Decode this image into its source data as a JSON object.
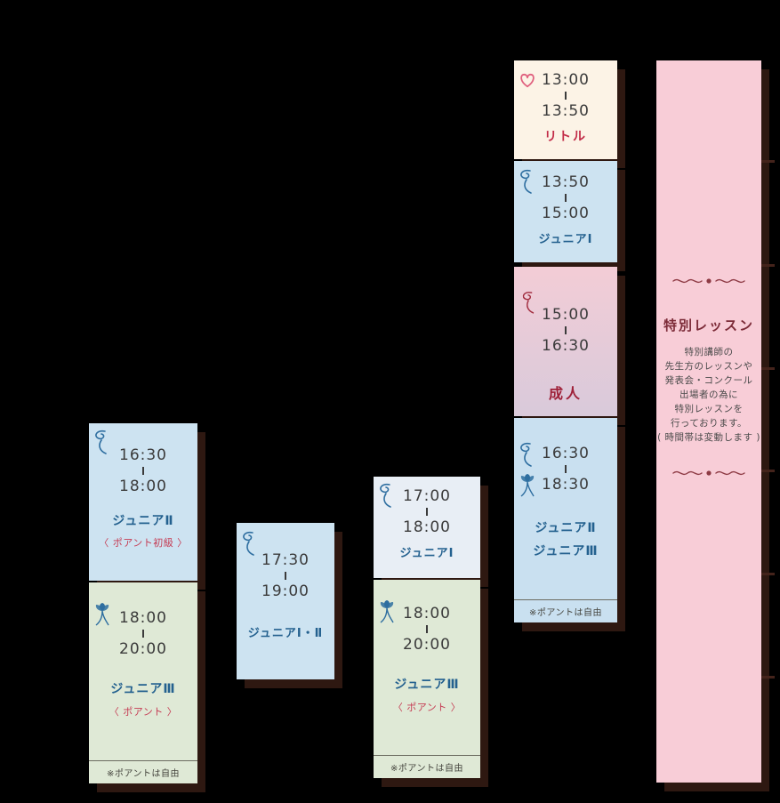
{
  "page": {
    "background": "#000000",
    "type": "ballet-lesson-weekly-schedule"
  },
  "colors": {
    "card_blue": "#cde3f1",
    "card_pale_blue": "#e8eef5",
    "card_green": "#dfe9d6",
    "card_cream": "#fcf3e6",
    "card_pink_gradient_top": "#f3ccd6",
    "card_pink": "#f8cdd7",
    "shadow": "#2e1811",
    "class_name_blue": "#24618f",
    "accent_red": "#c22c48",
    "dark_red": "#7c2b38",
    "time_text": "#3b3b3b"
  },
  "icons": {
    "swirl": "swirl-flourish-icon",
    "flower": "flower-icon",
    "heart": "heart-icon",
    "red_swirl": "red-swirl-icon",
    "flourish": "vine-flourish-divider"
  },
  "cards": {
    "c1a": {
      "start": "16:30",
      "end": "18:00",
      "name": "ジュニアⅡ",
      "sub": "〈 ポアント初級 〉"
    },
    "c1b": {
      "start": "18:00",
      "end": "20:00",
      "name": "ジュニアⅢ",
      "sub": "〈 ポアント 〉",
      "note": "※ポアントは自由"
    },
    "c2a": {
      "start": "17:30",
      "end": "19:00",
      "name": "ジュニアⅠ・Ⅱ"
    },
    "c3a": {
      "start": "17:00",
      "end": "18:00",
      "name": "ジュニアⅠ"
    },
    "c3b": {
      "start": "18:00",
      "end": "20:00",
      "name": "ジュニアⅢ",
      "sub": "〈 ポアント 〉",
      "note": "※ポアントは自由"
    },
    "c4a": {
      "start": "13:00",
      "end": "13:50",
      "name": "リトル"
    },
    "c4b": {
      "start": "13:50",
      "end": "15:00",
      "name": "ジュニアⅠ"
    },
    "c4c": {
      "start": "15:00",
      "end": "16:30",
      "name": "成人"
    },
    "c4d": {
      "start": "16:30",
      "end": "18:30",
      "name1": "ジュニアⅡ",
      "name2": "ジュニアⅢ",
      "note": "※ポアントは自由"
    }
  },
  "special": {
    "title": "特別レッスン",
    "line1": "特別講師の",
    "line2": "先生方のレッスンや",
    "line3": "発表会・コンクール",
    "line4": "出場者の為に",
    "line5": "特別レッスンを",
    "line6": "行っております。",
    "line7": "( 時間帯は変動します )"
  }
}
